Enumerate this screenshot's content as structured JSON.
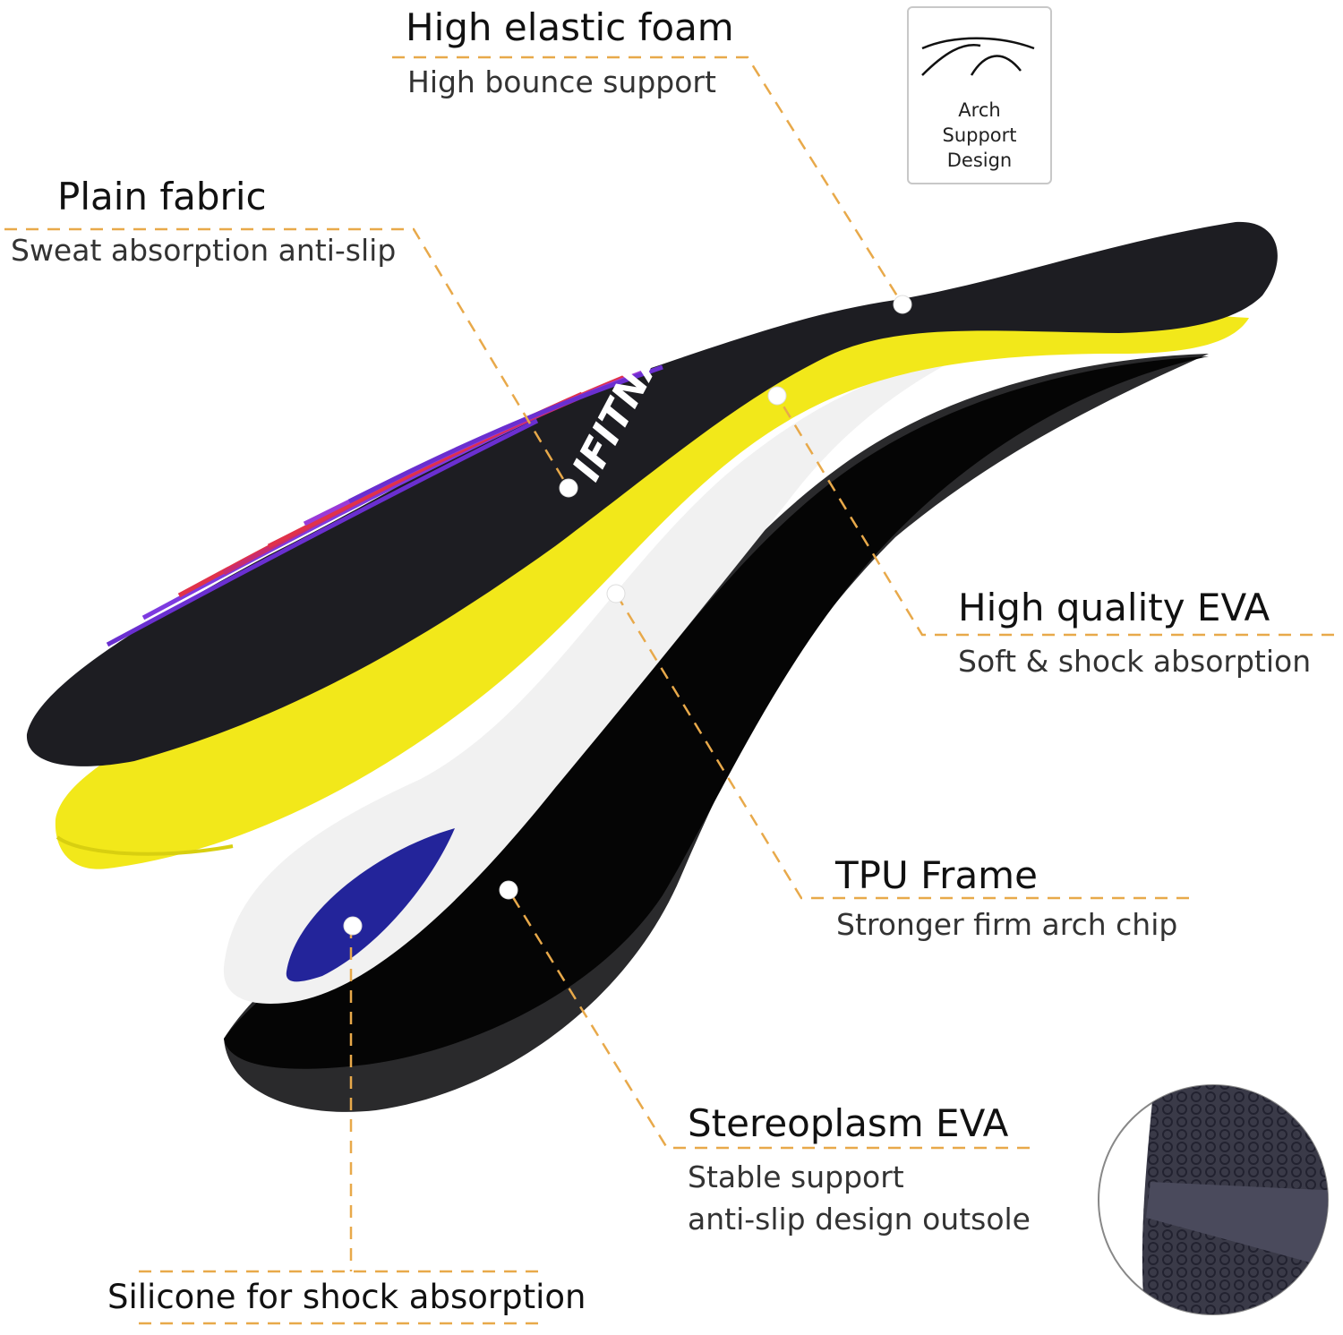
{
  "brand_logo": "IFITNA",
  "badge": {
    "icon": "arch-icon",
    "lines": [
      "Arch",
      "Support",
      "Design"
    ]
  },
  "callouts": [
    {
      "title": "High elastic foam",
      "subtitle": "High bounce support"
    },
    {
      "title": "Plain fabric",
      "subtitle": "Sweat absorption anti-slip"
    },
    {
      "title": "High quality EVA",
      "subtitle": "Soft & shock absorption"
    },
    {
      "title": "TPU Frame",
      "subtitle": "Stronger firm arch chip"
    },
    {
      "title": "Stereoplasm EVA",
      "subtitle": "Stable support",
      "subtitle2": "anti-slip design outsole"
    },
    {
      "title": "Silicone for shock absorption"
    }
  ],
  "colors": {
    "leader": "#e8a94a",
    "yellow": "#f2e81a",
    "fabric": "#1d1d22",
    "silicone": "#23249a",
    "stripe_purple": "#6a2fd0",
    "stripe_red": "#e0324a"
  }
}
